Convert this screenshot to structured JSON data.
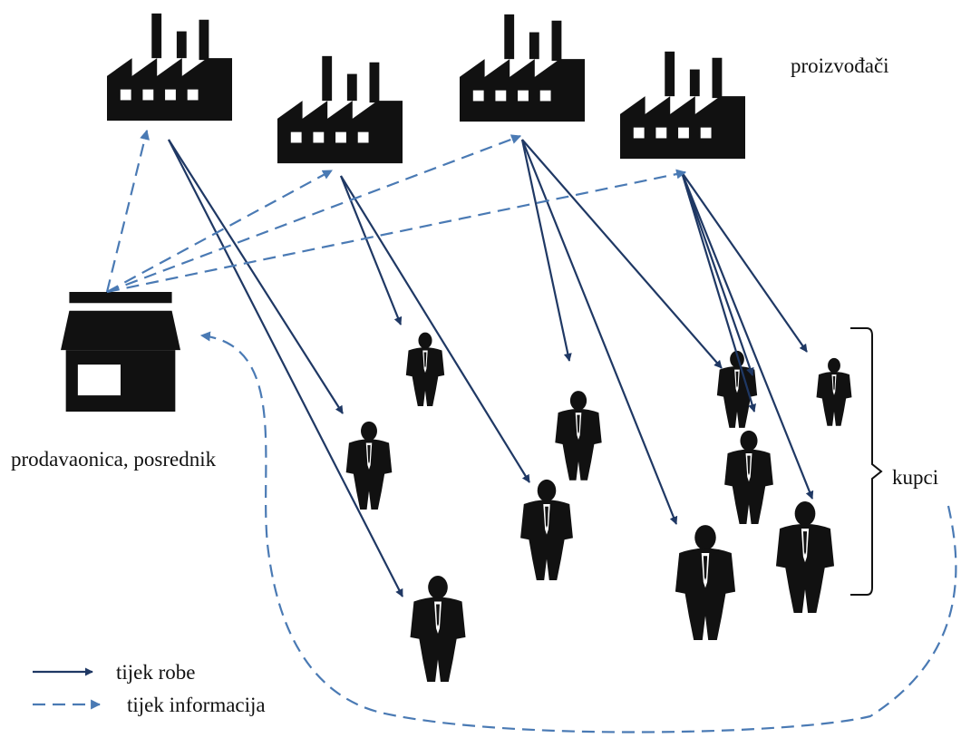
{
  "labels": {
    "producers": "proizvođači",
    "store": "prodavaonica, posrednik",
    "buyers": "kupci"
  },
  "legend": {
    "goods_flow": "tijek robe",
    "info_flow": "tijek informacija"
  },
  "colors": {
    "goods_arrow": "#1f3864",
    "info_arrow": "#4a7ab4",
    "icons": "#111111"
  },
  "icons": {
    "producer": "factory-icon",
    "store": "store-icon",
    "buyer": "person-icon"
  }
}
